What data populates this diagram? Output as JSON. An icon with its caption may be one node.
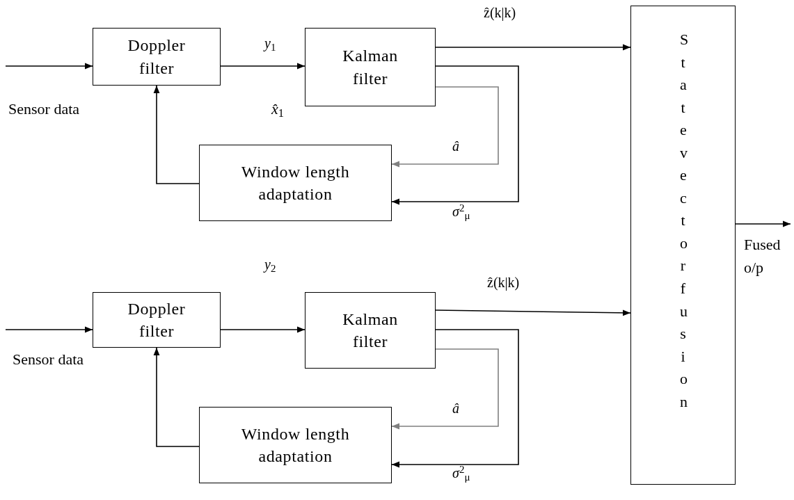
{
  "diagram": {
    "nodes": [
      {
        "text": [
          "Doppler filter"
        ]
      },
      {
        "text": [
          "Kalman filter"
        ]
      },
      {
        "text": [
          "Window length adaptation"
        ]
      },
      {
        "text": [
          "Doppler filter"
        ]
      },
      {
        "text": [
          "Kalman filter"
        ]
      },
      {
        "text": [
          "Window length adaptation"
        ]
      },
      {
        "text": [
          "State vector fusion"
        ],
        "beside": [
          "Fused o/p"
        ]
      }
    ],
    "edges": [
      {
        "from": null,
        "to": 0,
        "arrow": "to"
      },
      {
        "from": 0,
        "to": 1,
        "arrow": "to",
        "label": "*y*$_{1}$"
      },
      {
        "from": 1,
        "to": 6,
        "arrow": "to",
        "label": "ẑ(k|k)"
      },
      {
        "from": 1,
        "to": 2,
        "arrow": "to",
        "label": "*â*",
        "color": "#808080"
      },
      {
        "from": 1,
        "to": 2,
        "arrow": "to",
        "label": "*σ*$^{2}$$_{μ}$"
      },
      {
        "from": 2,
        "to": 0,
        "arrow": "to"
      },
      {
        "from": 6,
        "to": null,
        "arrow": "to"
      },
      {
        "from": null,
        "to": 3,
        "arrow": "to"
      },
      {
        "from": 3,
        "to": 4,
        "arrow": "to",
        "label": "*y*$_{2}$"
      },
      {
        "from": 4,
        "to": 6,
        "arrow": "to",
        "label": "ẑ(k|k)"
      },
      {
        "from": 4,
        "to": 5,
        "arrow": "to",
        "label": "*â*",
        "color": "#808080"
      },
      {
        "from": 4,
        "to": 5,
        "arrow": "to",
        "label": "*σ*$^{2}$$_{μ}$"
      },
      {
        "from": 5,
        "to": 3,
        "arrow": "to"
      }
    ],
    "labels": [
      "Sensor data",
      "*x̂*$_{1}$",
      "Sensor data"
    ]
  }
}
